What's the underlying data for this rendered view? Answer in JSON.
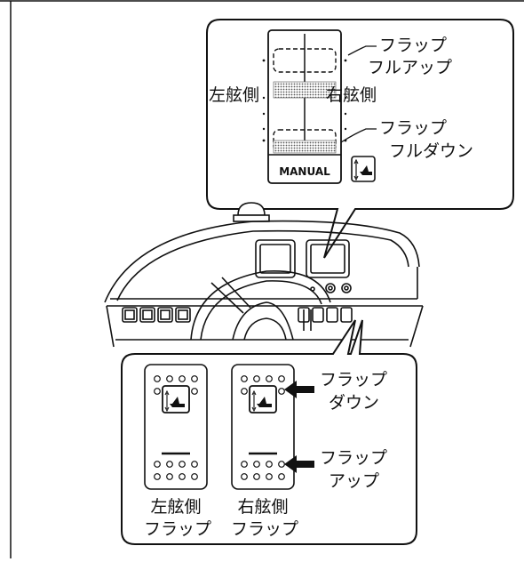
{
  "indicator": {
    "port_label": "左舷側",
    "starboard_label": "右舷側",
    "full_up_line1": "フラップ",
    "full_up_line2": "フルアップ",
    "full_down_line1": "フラップ",
    "full_down_line2": "フルダウン",
    "manual_label": "MANUAL",
    "icon": "trim-boat-icon"
  },
  "switches": {
    "down_line1": "フラップ",
    "down_line2": "ダウン",
    "up_line1": "フラップ",
    "up_line2": "アップ",
    "port_line1": "左舷側",
    "port_line2": "フラップ",
    "starboard_line1": "右舷側",
    "starboard_line2": "フラップ",
    "icon": "trim-boat-icon"
  },
  "colors": {
    "line": "#111111",
    "hatch": "#8a8a8a"
  }
}
